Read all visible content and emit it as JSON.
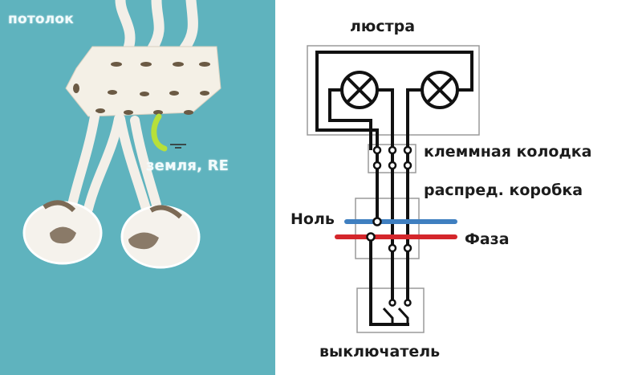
{
  "photo": {
    "ceiling_label": "потолок",
    "ground_label": "земля, RE",
    "background_color": "#5fb3be",
    "ground_wire_color": "#b7e03a"
  },
  "diagram": {
    "chandelier_label": "люстра",
    "terminal_block_label": "клеммная колодка",
    "junction_box_label": "распред. коробка",
    "neutral_label": "Ноль",
    "phase_label": "Фаза",
    "switch_label": "выключатель",
    "neutral_color": "#3f7fc0",
    "phase_color": "#d4262b",
    "wire_color": "#111111",
    "lamp_count": 2,
    "switch_keys": 2
  }
}
